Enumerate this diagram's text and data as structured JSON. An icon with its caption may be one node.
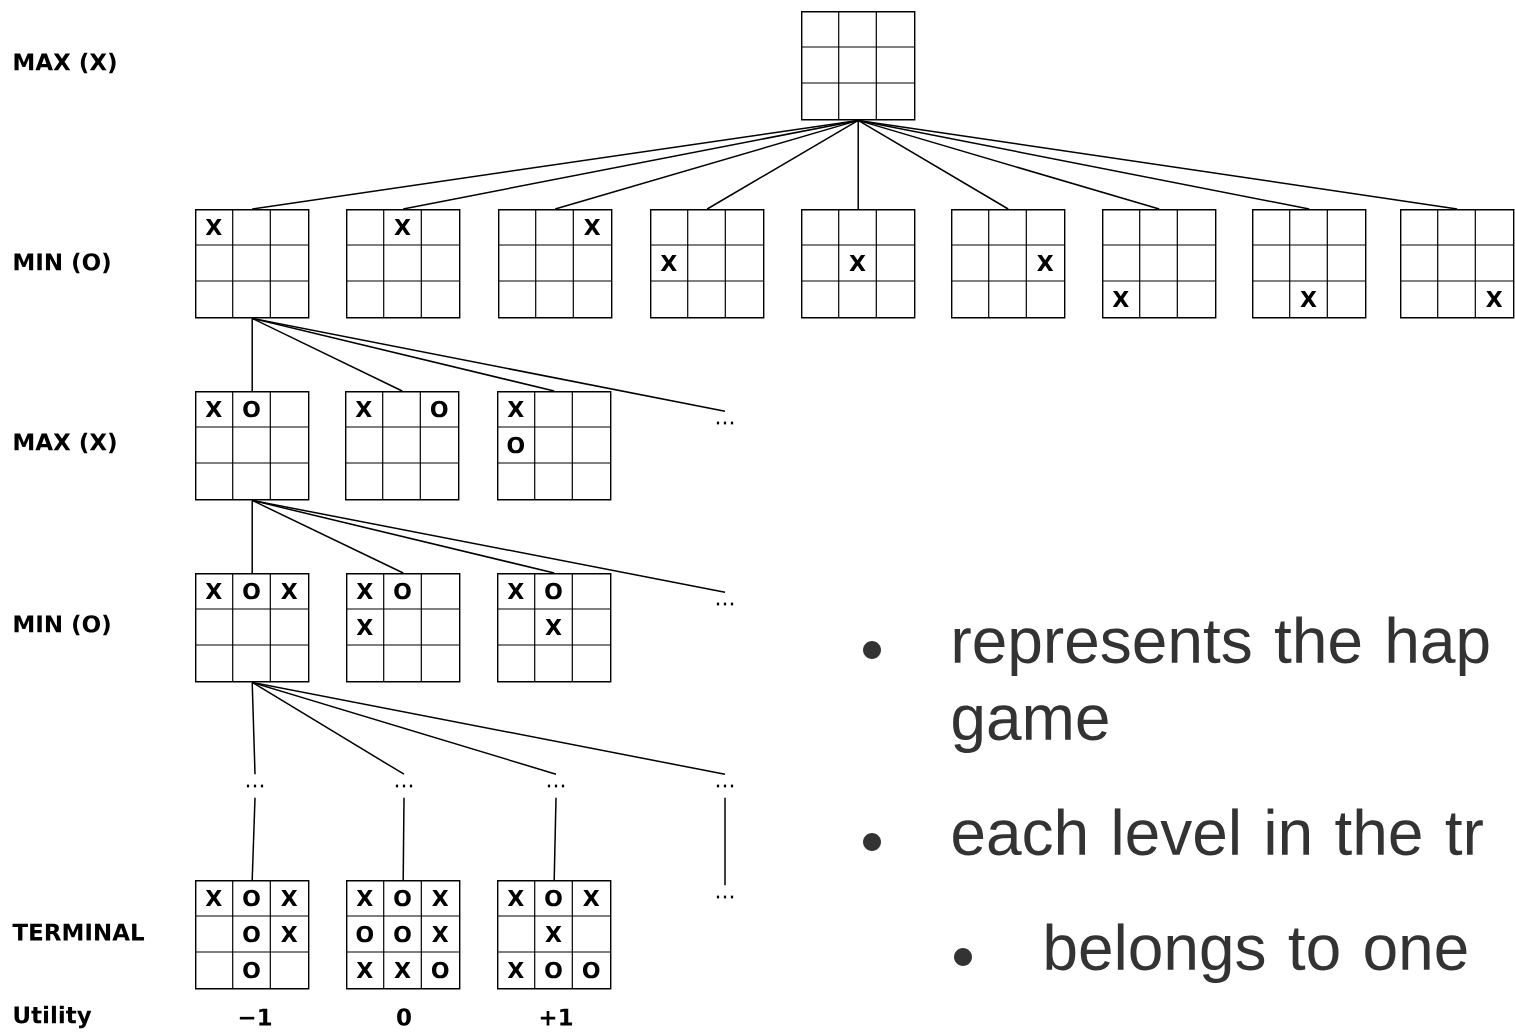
{
  "diagram": {
    "nodes": [
      {
        "text": [],
        "shape": "box"
      },
      {
        "text": [
          "X"
        ]
      },
      {
        "text": [
          "X"
        ]
      },
      {
        "text": [
          "X"
        ]
      },
      {
        "text": [
          "X"
        ]
      },
      {
        "text": [
          "X"
        ]
      },
      {
        "text": [
          "X"
        ]
      },
      {
        "text": [
          "X"
        ]
      },
      {
        "text": [
          "X"
        ]
      },
      {
        "text": [
          "X"
        ]
      },
      {
        "text": [
          "X",
          "O"
        ]
      },
      {
        "text": [
          "X",
          "O"
        ]
      },
      {
        "text": [
          "X",
          "O"
        ]
      },
      {
        "text": [
          "..."
        ]
      },
      {
        "text": [
          "X",
          "O",
          "X"
        ]
      },
      {
        "text": [
          "X",
          "O",
          "X"
        ]
      },
      {
        "text": [
          "X",
          "O",
          "X"
        ]
      },
      {
        "text": [
          "..."
        ]
      },
      {
        "text": [
          "..."
        ]
      },
      {
        "text": [
          "..."
        ]
      },
      {
        "text": [
          "..."
        ]
      },
      {
        "text": [
          "..."
        ]
      },
      {
        "text": [
          "X",
          "O",
          "X",
          "O",
          "X",
          "O"
        ]
      },
      {
        "text": [
          "X",
          "O",
          "X",
          "O",
          "O",
          "X",
          "X",
          "X",
          "O"
        ]
      },
      {
        "text": [
          "X",
          "O",
          "X",
          "X",
          "X",
          "O",
          "O"
        ]
      },
      {
        "text": [
          "..."
        ]
      }
    ],
    "edges": [
      {
        "from": 0,
        "to": 1,
        "arrow": "none"
      },
      {
        "from": 0,
        "to": 2,
        "arrow": "none"
      },
      {
        "from": 0,
        "to": 3,
        "arrow": "none"
      },
      {
        "from": 0,
        "to": 4,
        "arrow": "none"
      },
      {
        "from": 0,
        "to": 5,
        "arrow": "none"
      },
      {
        "from": 0,
        "to": 6,
        "arrow": "none"
      },
      {
        "from": 0,
        "to": 7,
        "arrow": "none"
      },
      {
        "from": 0,
        "to": 8,
        "arrow": "none"
      },
      {
        "from": 0,
        "to": 9,
        "arrow": "none"
      },
      {
        "from": 1,
        "to": 10,
        "arrow": "none"
      },
      {
        "from": 1,
        "to": 11,
        "arrow": "none"
      },
      {
        "from": 1,
        "to": 12,
        "arrow": "none"
      },
      {
        "from": 1,
        "to": 13,
        "arrow": "none"
      },
      {
        "from": 10,
        "to": 14,
        "arrow": "none"
      },
      {
        "from": 10,
        "to": 15,
        "arrow": "none"
      },
      {
        "from": 10,
        "to": 16,
        "arrow": "none"
      },
      {
        "from": 10,
        "to": 17,
        "arrow": "none"
      },
      {
        "from": 14,
        "to": 18,
        "arrow": "none"
      },
      {
        "from": 14,
        "to": 19,
        "arrow": "none"
      },
      {
        "from": 14,
        "to": 20,
        "arrow": "none"
      },
      {
        "from": 14,
        "to": 21,
        "arrow": "none"
      },
      {
        "from": 18,
        "to": 22,
        "arrow": "none"
      },
      {
        "from": 19,
        "to": 23,
        "arrow": "none"
      },
      {
        "from": 20,
        "to": 24,
        "arrow": "none"
      },
      {
        "from": 21,
        "to": 25,
        "arrow": "none"
      }
    ],
    "labels": [
      "MAX (X)",
      "MIN (O)",
      "MAX (X)",
      "MIN (O)",
      "represents the hap game",
      "each level in the tr",
      "TERMINAL",
      "belongs to one",
      "Utility",
      "−1",
      "0",
      "+1"
    ]
  }
}
